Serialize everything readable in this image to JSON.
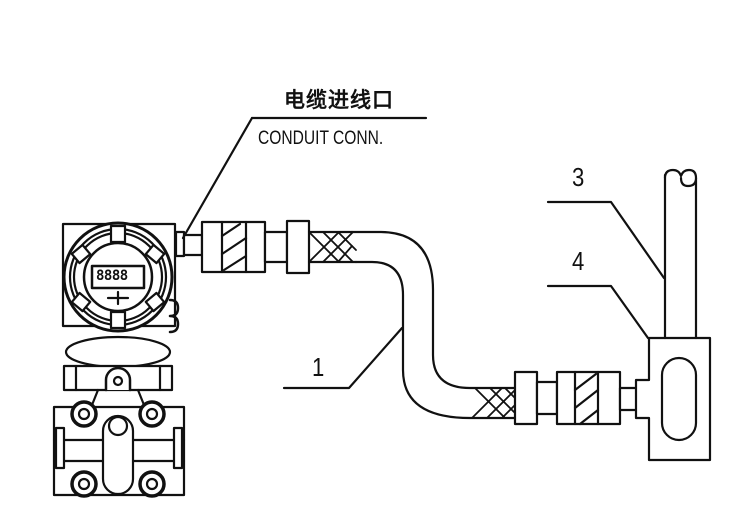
{
  "diagram": {
    "callout_main": {
      "label_cn": "电缆进线口",
      "label_en": "CONDUIT CONN."
    },
    "display_readout": "8888",
    "part_labels": [
      {
        "id": "1",
        "text": "1"
      },
      {
        "id": "3",
        "text": "3"
      },
      {
        "id": "4",
        "text": "4"
      }
    ],
    "colors": {
      "line": "#111111",
      "background": "#ffffff"
    }
  }
}
